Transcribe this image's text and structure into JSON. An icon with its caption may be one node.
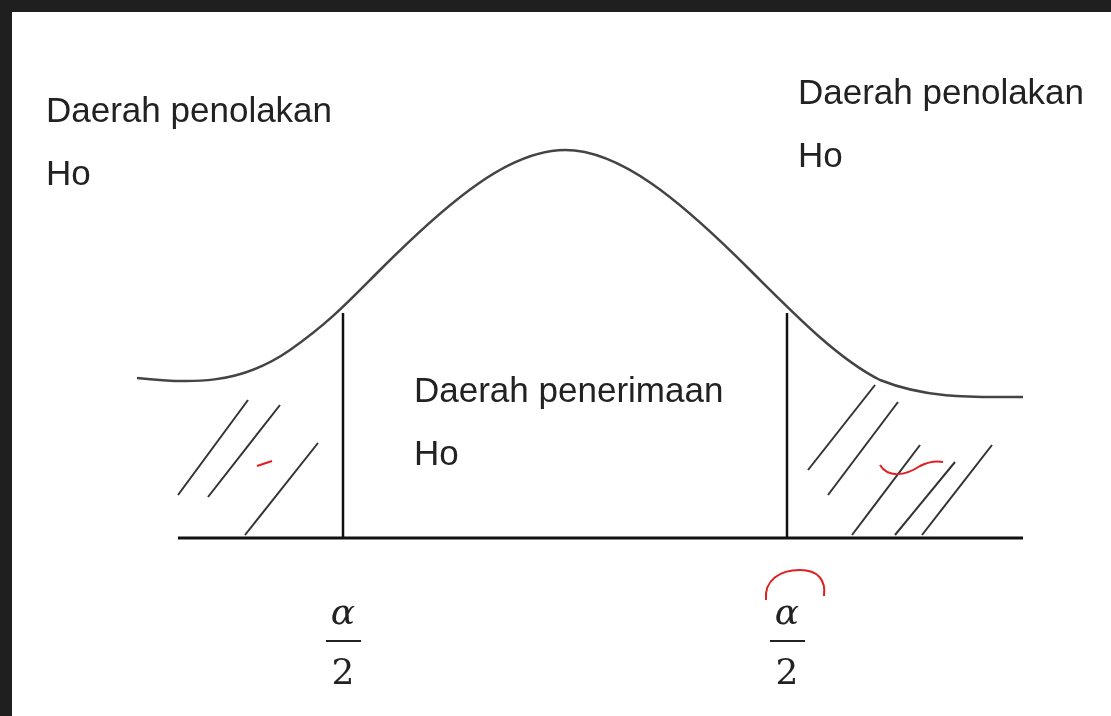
{
  "diagram": {
    "labels": [
      "Daerah penolakan Ho",
      "Daerah penolakan Ho",
      "Daerah penerimaan Ho",
      "α",
      "2",
      "α",
      "2"
    ]
  }
}
